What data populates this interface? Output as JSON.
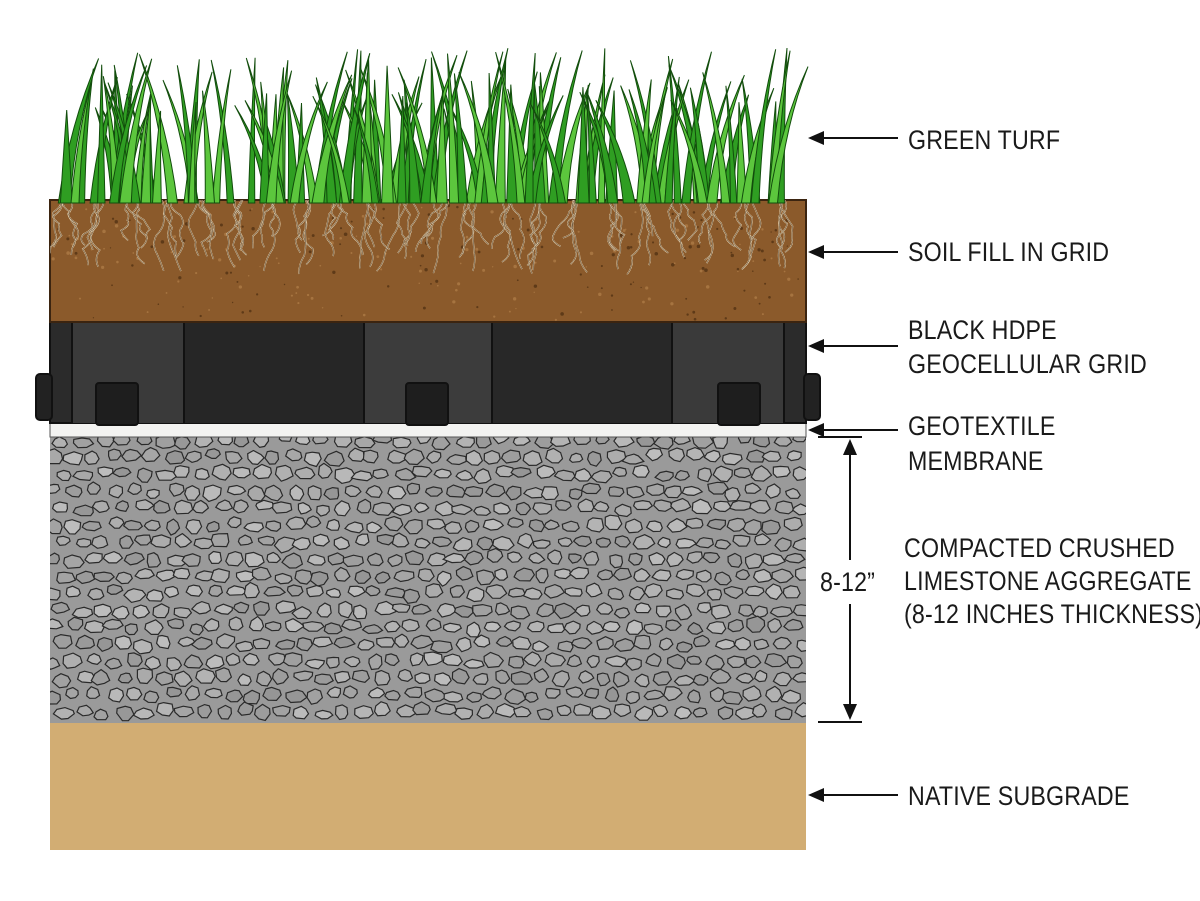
{
  "colors": {
    "turf": "#2f9e22",
    "turf_light": "#5cc63d",
    "soil": "#8b5a2b",
    "grid": "#2b2b2b",
    "geotextile": "#f3f3f1",
    "aggregate": "#9a9a9a",
    "subgrade": "#d2ad73",
    "line": "#111111"
  },
  "labels": {
    "turf": "GREEN TURF",
    "soil": "SOIL FILL IN GRID",
    "grid_line1": "BLACK HDPE",
    "grid_line2": "GEOCELLULAR GRID",
    "geotextile_line1": "GEOTEXTILE",
    "geotextile_line2": "MEMBRANE",
    "aggregate_line1": "COMPACTED CRUSHED",
    "aggregate_line2": "LIMESTONE AGGREGATE",
    "aggregate_line3": "(8-12 INCHES THICKNESS)",
    "subgrade": "NATIVE SUBGRADE"
  },
  "dimension": {
    "text": "8-12”"
  },
  "icons": [
    "grass-blade-icon",
    "root-icon",
    "stone-icon",
    "arrow-left-icon"
  ]
}
